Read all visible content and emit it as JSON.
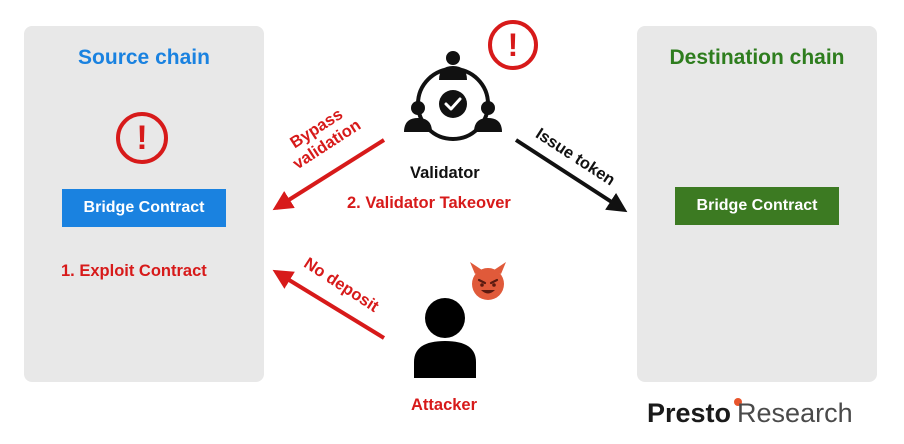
{
  "source_chain": {
    "title": "Source chain",
    "contract_label": "Bridge Contract",
    "step_label": "1. Exploit Contract"
  },
  "destination_chain": {
    "title": "Destination chain",
    "contract_label": "Bridge Contract"
  },
  "validator": {
    "label": "Validator",
    "step_label": "2. Validator Takeover"
  },
  "attacker": {
    "label": "Attacker"
  },
  "arrows": {
    "bypass_line1": "Bypass",
    "bypass_line2": "validation",
    "issue_token": "Issue token",
    "no_deposit": "No deposit"
  },
  "alert_glyph": "!",
  "brand": {
    "name": "Presto",
    "suffix": "Research"
  },
  "icons": [
    "alert-icon",
    "validator-group-icon",
    "attacker-person-icon",
    "devil-emoji-icon"
  ],
  "colors": {
    "source_title": "#1a82e0",
    "destination_title": "#2e7d1e",
    "source_contract": "#1a82e0",
    "destination_contract": "#3c7a22",
    "alert_red": "#d71a1a",
    "panel_bg": "#e8e8e8"
  }
}
